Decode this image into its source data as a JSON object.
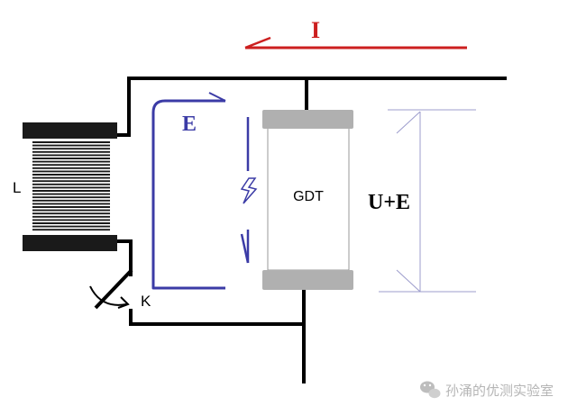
{
  "diagram": {
    "current_label": "I",
    "emf_label": "E",
    "voltage_label": "U+E",
    "gdt_label": "GDT",
    "inductor_label": "L",
    "switch_label": "K"
  },
  "watermark": {
    "text": "孙涌的优测实验室",
    "icon": "wechat-icon"
  },
  "colors": {
    "current": "#cc1f1f",
    "emf": "#3b3ba6",
    "wire": "#000000",
    "coil": "#1a1a1a",
    "gdt_cap": "#b0b0b0",
    "dimension": "#9c9ccc"
  }
}
